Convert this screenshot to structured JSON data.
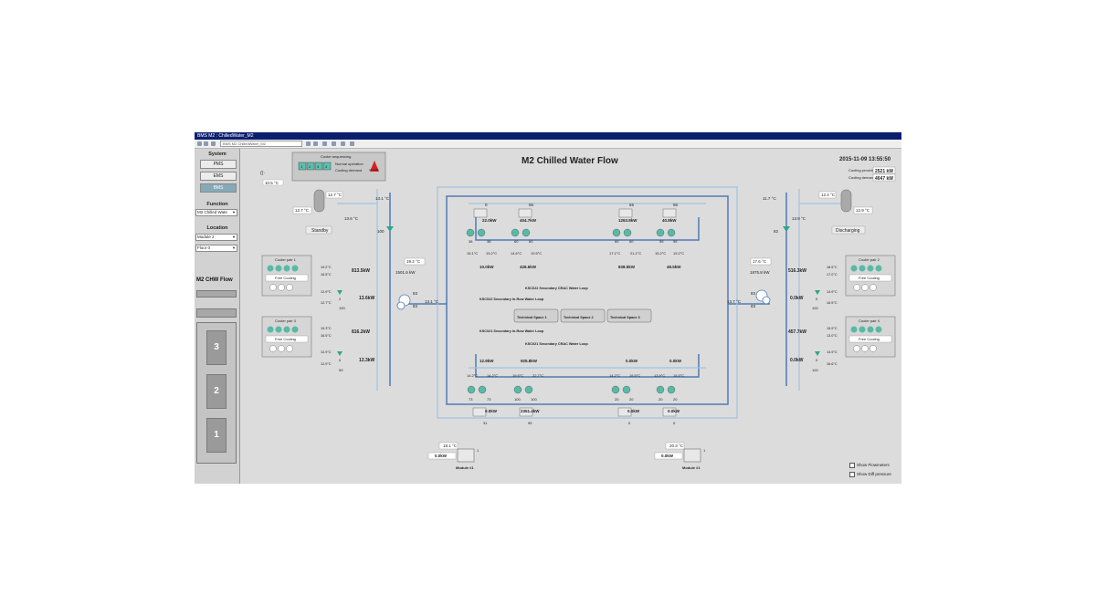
{
  "window": {
    "title": "BMS M2 : ChilledWater_M2",
    "address": "BMS M2 ChilledWater_M2"
  },
  "sidebar": {
    "system_heading": "System",
    "system_buttons": [
      "PMS",
      "EMS",
      "BMS"
    ],
    "function_heading": "Function",
    "function_value": "M2 Chilled Wate",
    "location_heading": "Location",
    "location_values": [
      "Module 2",
      "Floor 0"
    ],
    "view_title": "M2 CHW Flow",
    "building_levels": [
      "3",
      "2",
      "1"
    ]
  },
  "header": {
    "title": "M2  Chilled Water Flow",
    "datetime": "2015-11-09 13:55:50",
    "cooling_provided_label": "Cooling provided by YS",
    "cooling_provided_value": "2521 kW",
    "cooling_demand_label": "Cooling demand in M2",
    "cooling_demand_value": "4047 kW"
  },
  "sequencing": {
    "title": "Cooler sequencing",
    "steps": [
      "1",
      "2",
      "3",
      "4"
    ],
    "normal_label": "Normal operation",
    "demand_label": "Cooling demand",
    "alarm_text": "ALARM"
  },
  "outdoor_temp": "10.5 °C",
  "left_side": {
    "tank": {
      "temp_top": "12.7 °C",
      "temp_left": "12.7 °C",
      "temp_out": "13.6 °C",
      "mode": "Standby"
    },
    "header_temp": "13.1 °C",
    "header_flow": "100",
    "mid_temp": "19.2 °C",
    "mid_power": "1501.6 kW",
    "pump_value": "83",
    "pump_value2": "83",
    "return_temp": "13.1 °C"
  },
  "right_side": {
    "tank": {
      "temp_top": "12.4 °C",
      "temp_right": "12.9 °C",
      "temp_out": "13.8 °C",
      "mode": "Discharging"
    },
    "header_temp": "11.7 °C",
    "header_flow": "82",
    "mid_temp": "17.6 °C",
    "mid_power": "1875.8 kW",
    "pump_value": "83",
    "pump_value2": "83",
    "return_temp": "13.7 °C"
  },
  "cooler_pairs": [
    {
      "title": "Cooler pair 1",
      "mode": "Free Cooling",
      "temps": [
        "19.2°C",
        "16.5°C",
        "12.9°C",
        "12.7°C"
      ],
      "power_top": "813.5kW",
      "power_bottom": "13.6kW",
      "valve": "2",
      "flow": "100"
    },
    {
      "title": "Cooler pair 3",
      "mode": "Free Cooling",
      "temps": [
        "19.3°C",
        "16.5°C",
        "12.9°C",
        "12.9°C"
      ],
      "power_top": "816.2kW",
      "power_bottom": "13.3kW",
      "valve": "0",
      "flow": "99"
    },
    {
      "title": "Cooler pair 2",
      "mode": "Free Cooling",
      "temps": [
        "18.5°C",
        "17.0°C",
        "14.9°C",
        "16.5°C"
      ],
      "power_top": "516.3kW",
      "power_bottom": "0.0kW",
      "valve": "0",
      "flow": "100"
    },
    {
      "title": "Cooler pair 4",
      "mode": "Free Cooling",
      "temps": [
        "15.9°C",
        "13.0°C",
        "14.9°C",
        "16.6°C"
      ],
      "power_top": "457.7kW",
      "power_bottom": "0.0kW",
      "valve": "0",
      "flow": "100"
    }
  ],
  "loops": {
    "ksc02_crac": "KSC022 Secondary CRAC Water Loop",
    "ksc02_inrow": "KSC022 Secondary In-Row Water Loop",
    "ksc01_inrow": "KSC021 Secondary In-Row Water Loop",
    "ksc01_crac": "KSC021 Secondary CRAC Water Loop"
  },
  "technical_spaces": [
    "Technical Space 1",
    "Technical Space 2",
    "Technical Space 3"
  ],
  "upper_units": [
    {
      "top": "0",
      "power": "22.0kW",
      "pumps": [
        "38",
        "38"
      ],
      "temps": [
        "15.1°C",
        "19.2°C"
      ],
      "bottom_power": "10.0kW"
    },
    {
      "top": "55",
      "power": "404.7kW",
      "pumps": [
        "60",
        "60"
      ],
      "temps": [
        "14.6°C",
        "19.5°C"
      ],
      "bottom_power": "426.6kW"
    },
    {
      "top": "55",
      "power": "1263.8kW",
      "pumps": [
        "60",
        "60"
      ],
      "temps": [
        "17.1°C",
        "21.1°C"
      ],
      "bottom_power": "838.5kW"
    },
    {
      "top": "55",
      "power": "40.8kW",
      "pumps": [
        "55",
        "55"
      ],
      "temps": [
        "15.2°C",
        "19.2°C"
      ],
      "bottom_power": "48.5kW"
    }
  ],
  "lower_units": [
    {
      "top_power": "12.9kW",
      "temps": [
        "14.2°C",
        "14.2°C"
      ],
      "pumps": [
        "73",
        "73"
      ],
      "power": "0.0kW",
      "bottom": "31"
    },
    {
      "top_power": "925.8kW",
      "temps": [
        "19.5°C",
        "22.7°C"
      ],
      "pumps": [
        "100",
        "100"
      ],
      "power": "2351.4kW",
      "bottom": "95"
    },
    {
      "top_power": "0.0kW",
      "temps": [
        "14.2°C",
        "15.5°C"
      ],
      "pumps": [
        "20",
        "20"
      ],
      "power": "0.0kW",
      "bottom": "0"
    },
    {
      "top_power": "0.0kW",
      "temps": [
        "13.9°C",
        "15.5°C"
      ],
      "pumps": [
        "20",
        "20"
      ],
      "power": "0.0kW",
      "bottom": "0"
    }
  ],
  "modules": [
    {
      "name": "Module #1",
      "temp": "18.1 °C",
      "power": "0.0kW",
      "flow": "1"
    },
    {
      "name": "Module #1",
      "temp": "20.3 °C",
      "power": "0.0kW",
      "flow": "1"
    }
  ],
  "options": {
    "show_flowmeters": "Show Flowmeters",
    "show_diff_pressure": "Show Diff pressure"
  },
  "colors": {
    "pipe_supply": "#4f7bb5",
    "pipe_return": "#9fc3e3",
    "valve_green": "#2fa58a",
    "alarm_red": "#d42020"
  }
}
